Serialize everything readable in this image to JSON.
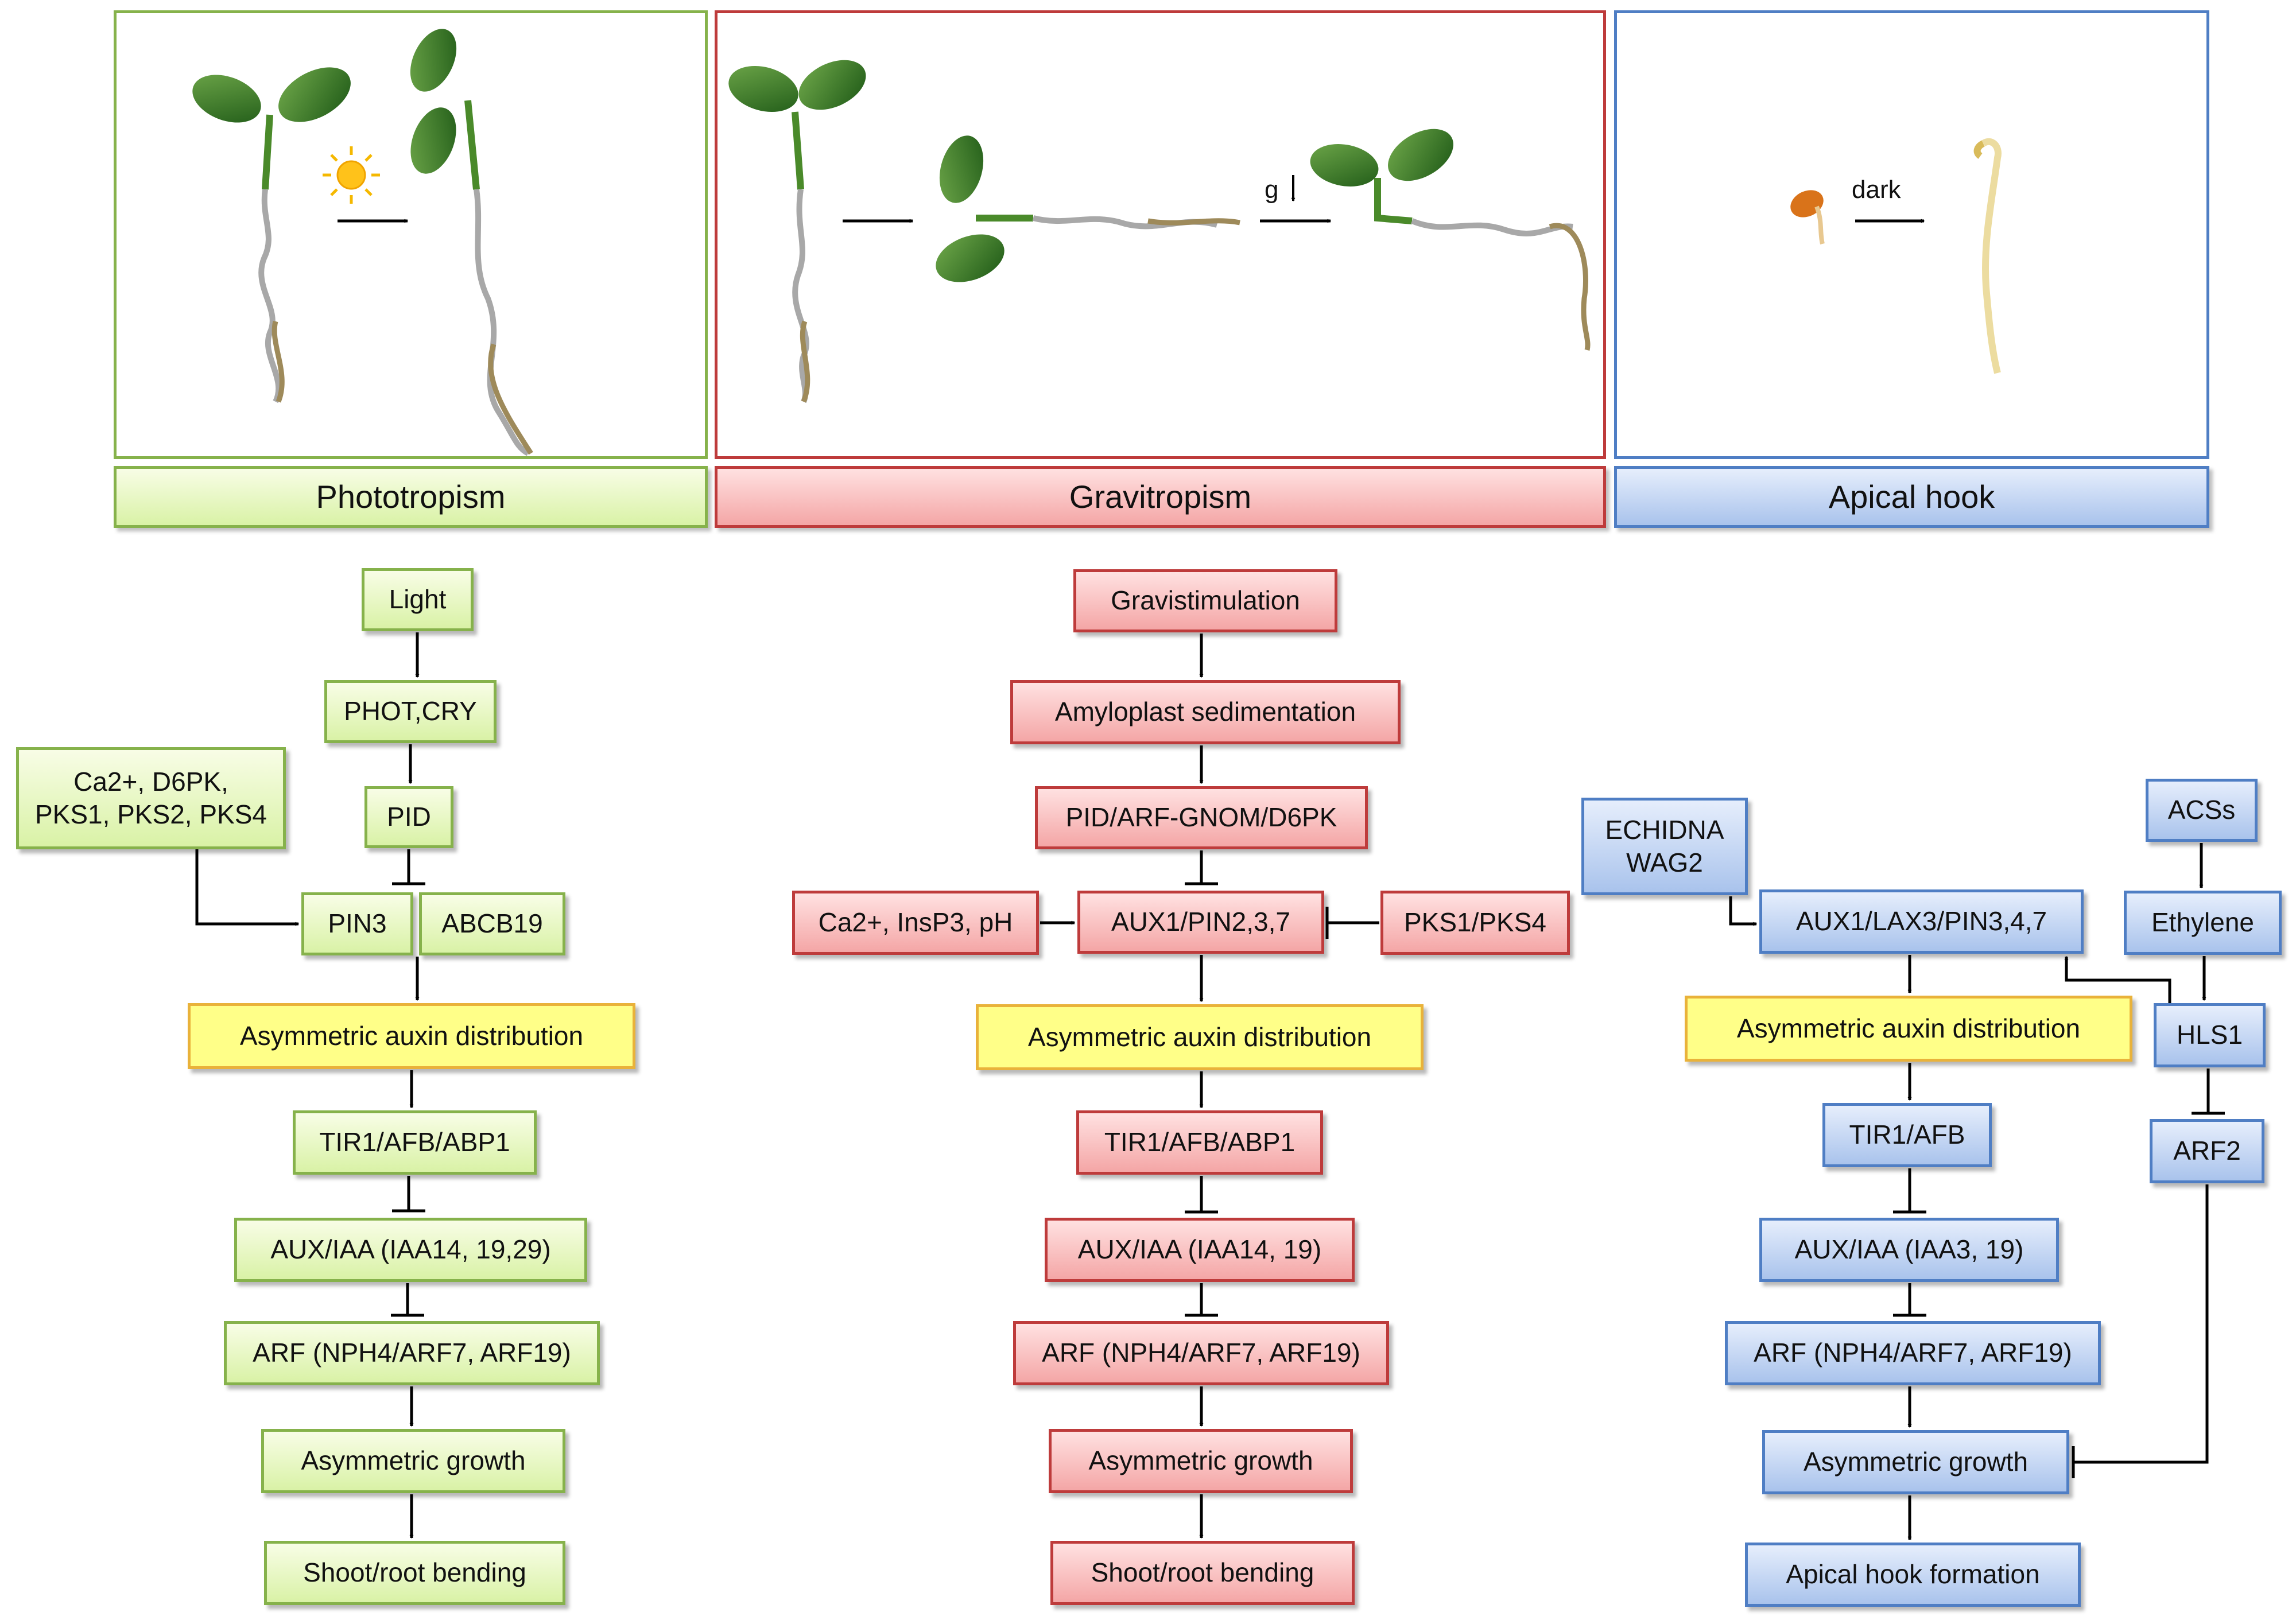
{
  "colors": {
    "green_border": "#86b24b",
    "red_border": "#be3b3b",
    "blue_border": "#4f7ec4",
    "yellow_fill": "#ffff88",
    "yellow_border": "#e9b23a"
  },
  "headers": {
    "phototropism": "Phototropism",
    "gravitropism": "Gravitropism",
    "apical_hook": "Apical hook"
  },
  "panel_labels": {
    "g_symbol": "g",
    "dark": "dark"
  },
  "phototropism": {
    "light": "Light",
    "phot_cry": "PHOT,CRY",
    "pid": "PID",
    "regulators_line1": "Ca2+, D6PK,",
    "regulators_line2": "PKS1, PKS2, PKS4",
    "pin3": "PIN3",
    "abcb19": "ABCB19",
    "asym_auxin": "Asymmetric  auxin distribution",
    "tir1": "TIR1/AFB/ABP1",
    "auxiaa": "AUX/IAA (IAA14, 19,29)",
    "arf": "ARF (NPH4/ARF7, ARF19)",
    "asym_growth": "Asymmetric growth",
    "bending": "Shoot/root bending"
  },
  "gravitropism": {
    "gravistim": "Gravistimulation",
    "amyloplast": "Amyloplast sedimentation",
    "pid_arf": "PID/ARF-GNOM/D6PK",
    "ca_insp3": "Ca2+, InsP3, pH",
    "aux1_pin": "AUX1/PIN2,3,7",
    "pks": "PKS1/PKS4",
    "asym_auxin": "Asymmetric  auxin distribution",
    "tir1": "TIR1/AFB/ABP1",
    "auxiaa": "AUX/IAA (IAA14, 19)",
    "arf": "ARF (NPH4/ARF7, ARF19)",
    "asym_growth": "Asymmetric growth",
    "bending": "Shoot/root bending"
  },
  "apical": {
    "echidna_line1": "ECHIDNA",
    "echidna_line2": "WAG2",
    "acss": "ACSs",
    "ethylene": "Ethylene",
    "hls1": "HLS1",
    "arf2": "ARF2",
    "aux1_lax3": "AUX1/LAX3/PIN3,4,7",
    "asym_auxin": "Asymmetric  auxin distribution",
    "tir1": "TIR1/AFB",
    "auxiaa": "AUX/IAA (IAA3, 19)",
    "arf": "ARF (NPH4/ARF7, ARF19)",
    "asym_growth": "Asymmetric growth",
    "formation": "Apical hook formation"
  }
}
